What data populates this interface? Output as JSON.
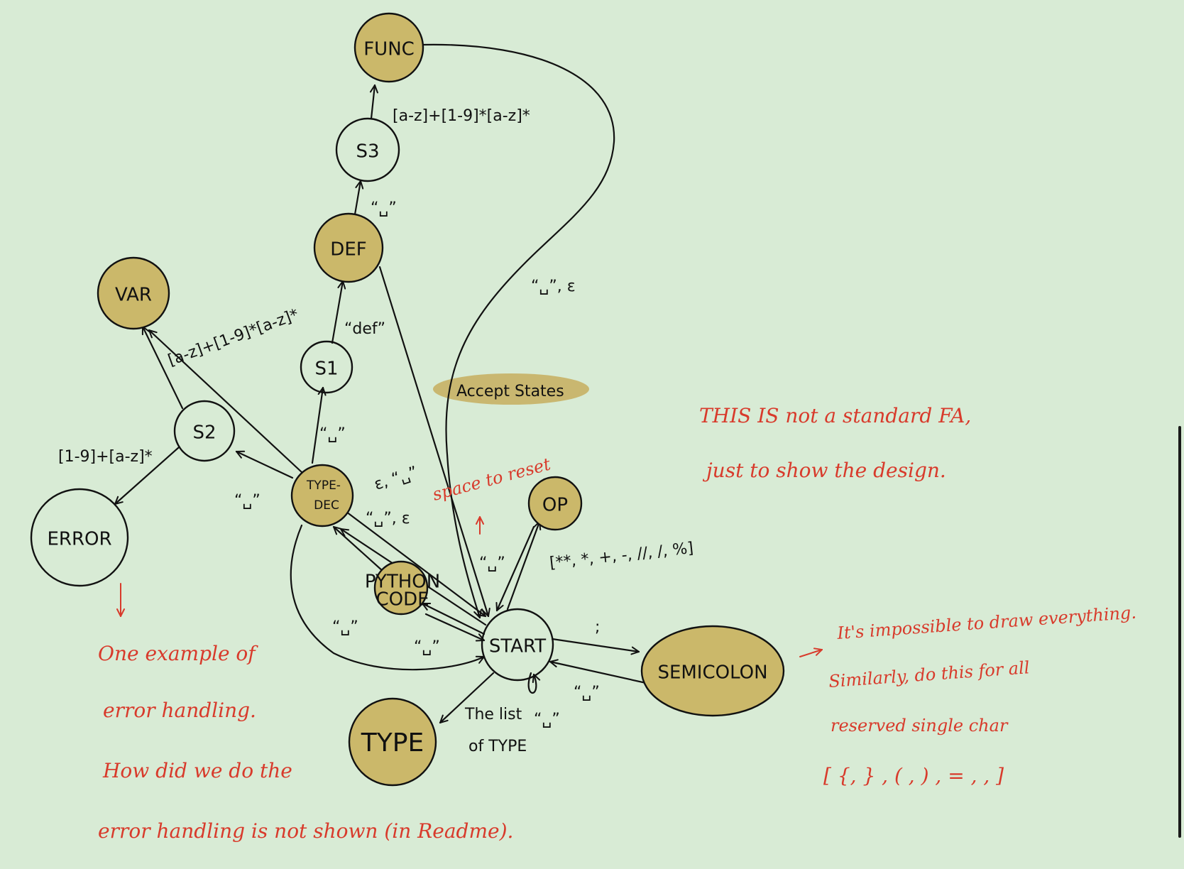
{
  "nodes": {
    "func": "FUNC",
    "s3": "S3",
    "def": "DEF",
    "var": "VAR",
    "s1": "S1",
    "s2": "S2",
    "error": "ERROR",
    "type_dec_1": "TYPE-",
    "type_dec_2": "DEC",
    "python_code_1": "PYTHON",
    "python_code_2": "CODE",
    "op": "OP",
    "start": "START",
    "semicolon": "SEMICOLON",
    "type": "TYPE"
  },
  "edges": {
    "s3_to_func": "[a-z]+[1-9]*[a-z]*",
    "def_to_s3": "“␣”",
    "s1_to_def": "“def”",
    "s1_var_regex": "[a-z]+[1-9]*[a-z]*",
    "s2_to_error": "[1-9]+[a-z]*",
    "typedec_to_s1": "“␣”",
    "typedec_to_s2": "“␣”",
    "func_to_start": "“␣”, ε",
    "start_typedec_1": "ε, “␣”",
    "start_typedec_2": "“␣”, ε",
    "start_space": "“␣”",
    "start_op_set": "[**, *, +, -, //, /, %]",
    "start_semicolon": ";",
    "semicolon_back": "“␣”",
    "loop_back": "“␣”",
    "start_python_space": "“␣”",
    "typedec_self": "“␣”",
    "type_list": "The list",
    "type_list2": "of TYPE",
    "start_self": "“␣”"
  },
  "labels": {
    "accept_states": "Accept States",
    "space_to_reset": "space to reset"
  },
  "notes": {
    "not_standard_1": "THIS IS not a standard FA,",
    "not_standard_2": "just to show the design.",
    "error_1": "One example of",
    "error_2": "error handling.",
    "error_3": "How did we do the",
    "error_4": "error handling is not shown (in Readme).",
    "impossible_1": "It's impossible to draw everything.",
    "impossible_2": "Similarly, do this for all",
    "impossible_3": "reserved single char",
    "impossible_4": "[ {, } , ( , ) , = , , ]"
  },
  "colors": {
    "background": "#d8ebd5",
    "accept_fill": "#cbb86a",
    "ink": "#111111",
    "note_red": "#d83a2b"
  }
}
